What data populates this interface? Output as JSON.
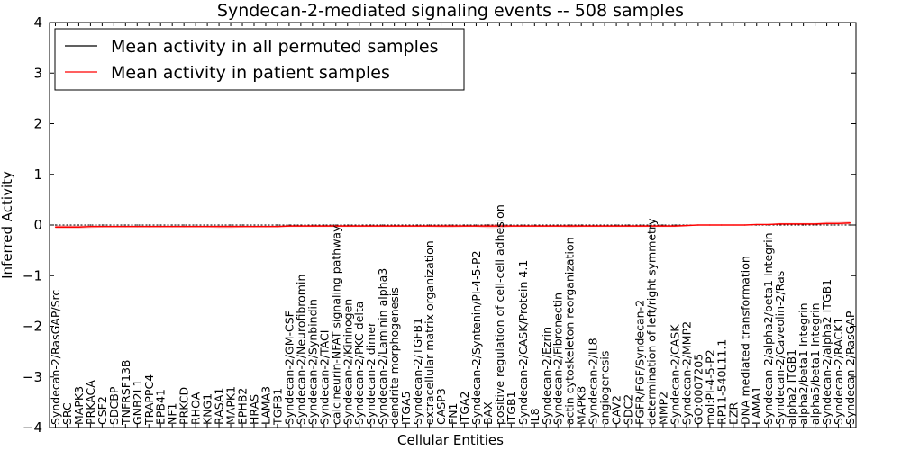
{
  "chart_data": {
    "type": "line",
    "title": "Syndecan-2-mediated signaling events -- 508 samples",
    "xlabel": "Cellular Entities",
    "ylabel": "Inferred Activity",
    "ylim": [
      -4,
      4
    ],
    "yticks": [
      -4,
      -3,
      -2,
      -1,
      0,
      1,
      2,
      3,
      4
    ],
    "ytick_labels": [
      "−4",
      "−3",
      "−2",
      "−1",
      "0",
      "1",
      "2",
      "3",
      "4"
    ],
    "grid": false,
    "legend_position": "top-left",
    "categories": [
      "Syndecan-2/RasGAP/Src",
      "SRC",
      "MAPK3",
      "PRKACA",
      "CSF2",
      "SDCBP",
      "TNFRSF13B",
      "GNB2L1",
      "TRAPPC4",
      "EPB41",
      "NF1",
      "PRKCD",
      "RHOA",
      "KNG1",
      "RASA1",
      "MAPK1",
      "EPHB2",
      "HRAS",
      "LAMA3",
      "TGFB1",
      "Syndecan-2/GM-CSF",
      "Syndecan-2/Neurofibromin",
      "Syndecan-2/Synbindin",
      "Syndecan-2/TACI",
      "calcineurin-NFAT signaling pathway",
      "Syndecan-2/Kininogen",
      "Syndecan-2/PKC delta",
      "Syndecan-2 dimer",
      "Syndecan-2/Laminin alpha3",
      "dendrite morphogenesis",
      "ITGA5",
      "Syndecan-2/TGFB1",
      "extracellular matrix organization",
      "CASP3",
      "FN1",
      "ITGA2",
      "Syndecan-2/Syntenin/PI-4-5-P2",
      "BAX",
      "positive regulation of cell-cell adhesion",
      "ITGB1",
      "Syndecan-2/CASK/Protein 4.1",
      "IL8",
      "Syndecan-2/Ezrin",
      "Syndecan-2/Fibronectin",
      "actin cytoskeleton reorganization",
      "MAPK8",
      "Syndecan-2/IL8",
      "angiogenesis",
      "CAV2",
      "SDC2",
      "FGFR/FGF/Syndecan-2",
      "determination of left/right symmetry",
      "MMP2",
      "Syndecan-2/CASK",
      "Syndecan-2/MMP2",
      "GO:0007205",
      "mol:PI-4-5-P2",
      "RP11-540L11.1",
      "EZR",
      "DNA mediated transformation",
      "LAMA1",
      "Syndecan-2/alpha2/beta1 Integrin",
      "Syndecan-2/Caveolin-2/Ras",
      "alpha2 ITGB1",
      "alpha2/beta1 Integrin",
      "alpha5/beta1 Integrin",
      "Syndecan-2/alpha2 ITGB1",
      "Syndecan-2/RACK1",
      "Syndecan-2/RasGAP"
    ],
    "series": [
      {
        "name": "Mean activity in all permuted samples",
        "color": "#000000",
        "values": [
          0,
          0,
          0,
          0,
          0,
          0,
          0,
          0,
          0,
          0,
          0,
          0,
          0,
          0,
          0,
          0,
          0,
          0,
          0,
          0,
          0,
          0,
          0,
          0,
          0,
          0,
          0,
          0,
          0,
          0,
          0,
          0,
          0,
          0,
          0,
          0,
          0,
          0,
          0,
          0,
          0,
          0,
          0,
          0,
          0,
          0,
          0,
          0,
          0,
          0,
          0,
          0,
          0,
          0,
          0,
          0,
          0,
          0,
          0,
          0,
          0,
          0,
          0,
          0,
          0,
          0,
          0,
          0,
          0
        ]
      },
      {
        "name": "Mean activity in patient samples",
        "color": "#ff0000",
        "values": [
          -0.04,
          -0.04,
          -0.04,
          -0.03,
          -0.03,
          -0.03,
          -0.03,
          -0.03,
          -0.03,
          -0.03,
          -0.03,
          -0.03,
          -0.03,
          -0.03,
          -0.03,
          -0.03,
          -0.03,
          -0.03,
          -0.03,
          -0.03,
          -0.02,
          -0.02,
          -0.02,
          -0.02,
          -0.02,
          -0.02,
          -0.02,
          -0.02,
          -0.02,
          -0.02,
          -0.02,
          -0.02,
          -0.02,
          -0.02,
          -0.02,
          -0.02,
          -0.02,
          -0.02,
          -0.02,
          -0.02,
          -0.02,
          -0.02,
          -0.02,
          -0.02,
          -0.02,
          -0.02,
          -0.02,
          -0.02,
          -0.02,
          -0.02,
          -0.02,
          -0.02,
          -0.02,
          -0.02,
          -0.01,
          0,
          0,
          0,
          0,
          0,
          0.01,
          0.01,
          0.02,
          0.02,
          0.02,
          0.02,
          0.03,
          0.03,
          0.04
        ],
        "band": [
          0.04,
          0.04,
          0.03,
          0.03,
          0.02,
          0.02,
          0.02,
          0.02,
          0.02,
          0.02,
          0.02,
          0.02,
          0.02,
          0.02,
          0.03,
          0.03,
          0.02,
          0.02,
          0.02,
          0.02,
          0.02,
          0.02,
          0.02,
          0.02,
          0.02,
          0.02,
          0.02,
          0.02,
          0.02,
          0.02,
          0.02,
          0.02,
          0.02,
          0.03,
          0.03,
          0.02,
          0.02,
          0.04,
          0.04,
          0.02,
          0.02,
          0.02,
          0.02,
          0.02,
          0.03,
          0.02,
          0.02,
          0.02,
          0.02,
          0.02,
          0.02,
          0.02,
          0.02,
          0.02,
          0.02,
          0.01,
          0.01,
          0.01,
          0.01,
          0.01,
          0.01,
          0.01,
          0.02,
          0.02,
          0.02,
          0.02,
          0.03,
          0.03,
          0.03
        ]
      }
    ]
  }
}
